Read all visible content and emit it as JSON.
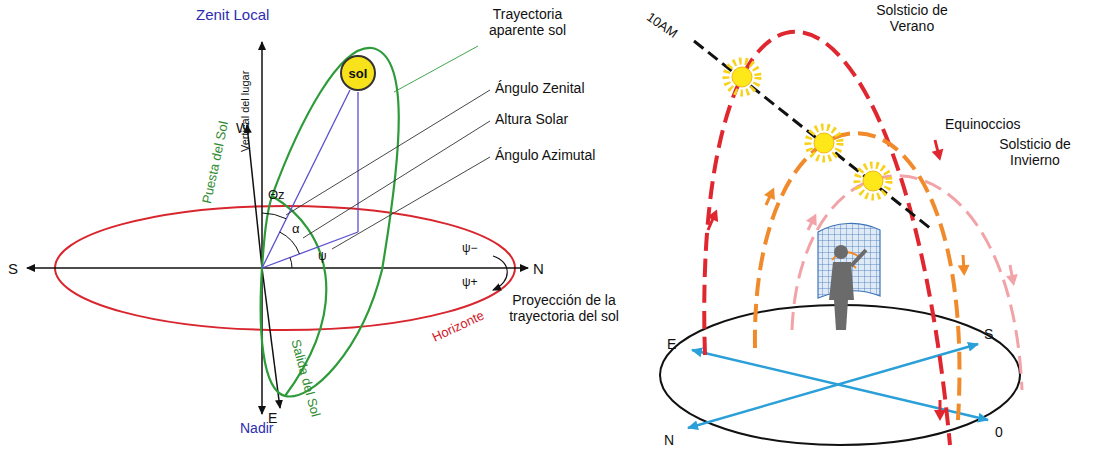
{
  "diagram": {
    "nodes": [
      {
        "text": [
          "sol"
        ]
      }
    ],
    "labels": [
      "Zenit Local",
      "Trayectoria aparente sol",
      "Ángulo Zenital",
      "Altura Solar",
      "Ángulo Azimutal",
      "Vertical del lugar",
      "Puesta del Sol",
      "W",
      "Θz",
      "α",
      "ψ",
      "ψ−",
      "ψ+",
      "S",
      "N",
      "Horizonte",
      "Proyección de la trayectoria del sol",
      "E",
      "Nadir",
      "Salida del Sol",
      "10AM",
      "Solsticio de Verano",
      "Equinoccios",
      "Solsticio de Invierno",
      "E",
      "S",
      "N",
      "0"
    ]
  }
}
